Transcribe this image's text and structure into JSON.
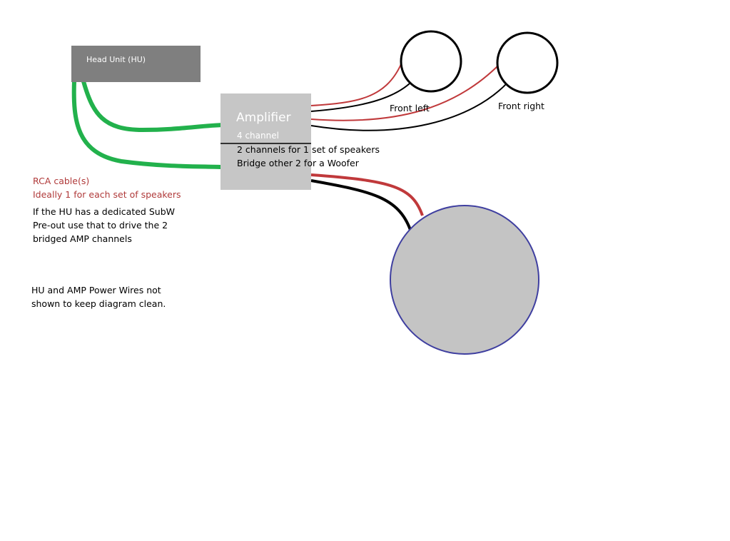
{
  "head_unit": {
    "label": "Head Unit (HU)"
  },
  "amplifier": {
    "title": "Amplifier",
    "subtitle": "4 channel",
    "notes": [
      "2 channels for 1 set of speakers",
      "Bridge other 2 for a Woofer"
    ]
  },
  "speakers": {
    "front_left": "Front left",
    "front_right": "Front right"
  },
  "rca_note": {
    "line1": "RCA cable(s)",
    "line2": "Ideally 1 for each set of speakers"
  },
  "subwoofer_note": [
    "If the HU has a dedicated SubW",
    "Pre-out use that to drive the 2",
    "bridged AMP channels"
  ],
  "power_note": [
    "HU and AMP Power Wires not",
    "shown to keep diagram clean."
  ],
  "colors": {
    "rca_wire": "#22b14c",
    "positive_wire": "#c0393b",
    "negative_wire": "#000000",
    "woofer_fill": "#c4c4c4",
    "woofer_outline": "#3f3fa0",
    "head_unit": "#7f7f7f",
    "amplifier": "#c6c6c6",
    "note_red": "#b03a3a"
  }
}
